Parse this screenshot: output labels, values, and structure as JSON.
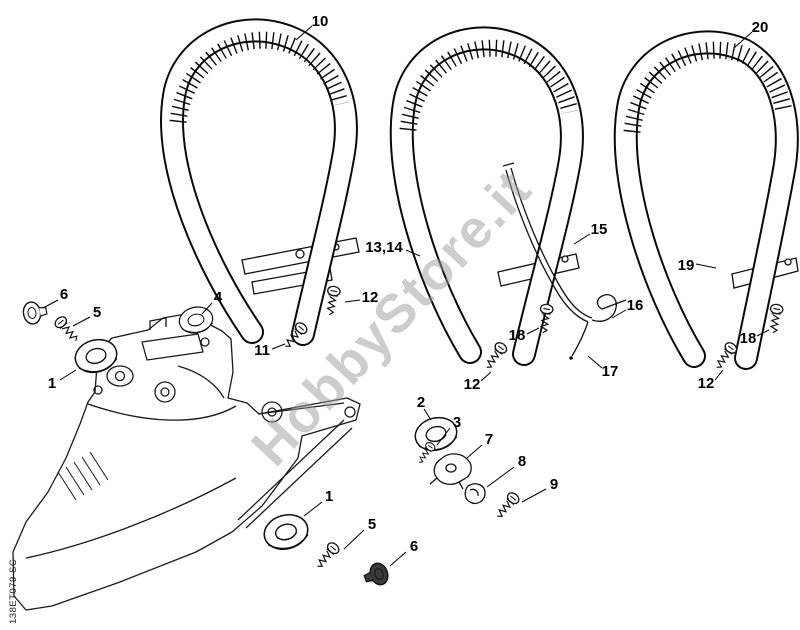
{
  "watermark": "HobbyStore.it",
  "doc_code": "138ET079 SC",
  "callouts": {
    "c10": "10",
    "c20": "20",
    "c13_14": "13,14",
    "c15": "15",
    "c16": "16",
    "c17": "17",
    "c19": "19",
    "c18_mid": "18",
    "c12_mid": "12",
    "c18_right": "18",
    "c12_right": "12",
    "c12_left": "12",
    "c11": "11",
    "c6_top": "6",
    "c5_top": "5",
    "c4": "4",
    "c1_top": "1",
    "c2": "2",
    "c3": "3",
    "c7": "7",
    "c8": "8",
    "c9": "9",
    "c1_bottom": "1",
    "c5_bottom": "5",
    "c6_bottom": "6"
  }
}
